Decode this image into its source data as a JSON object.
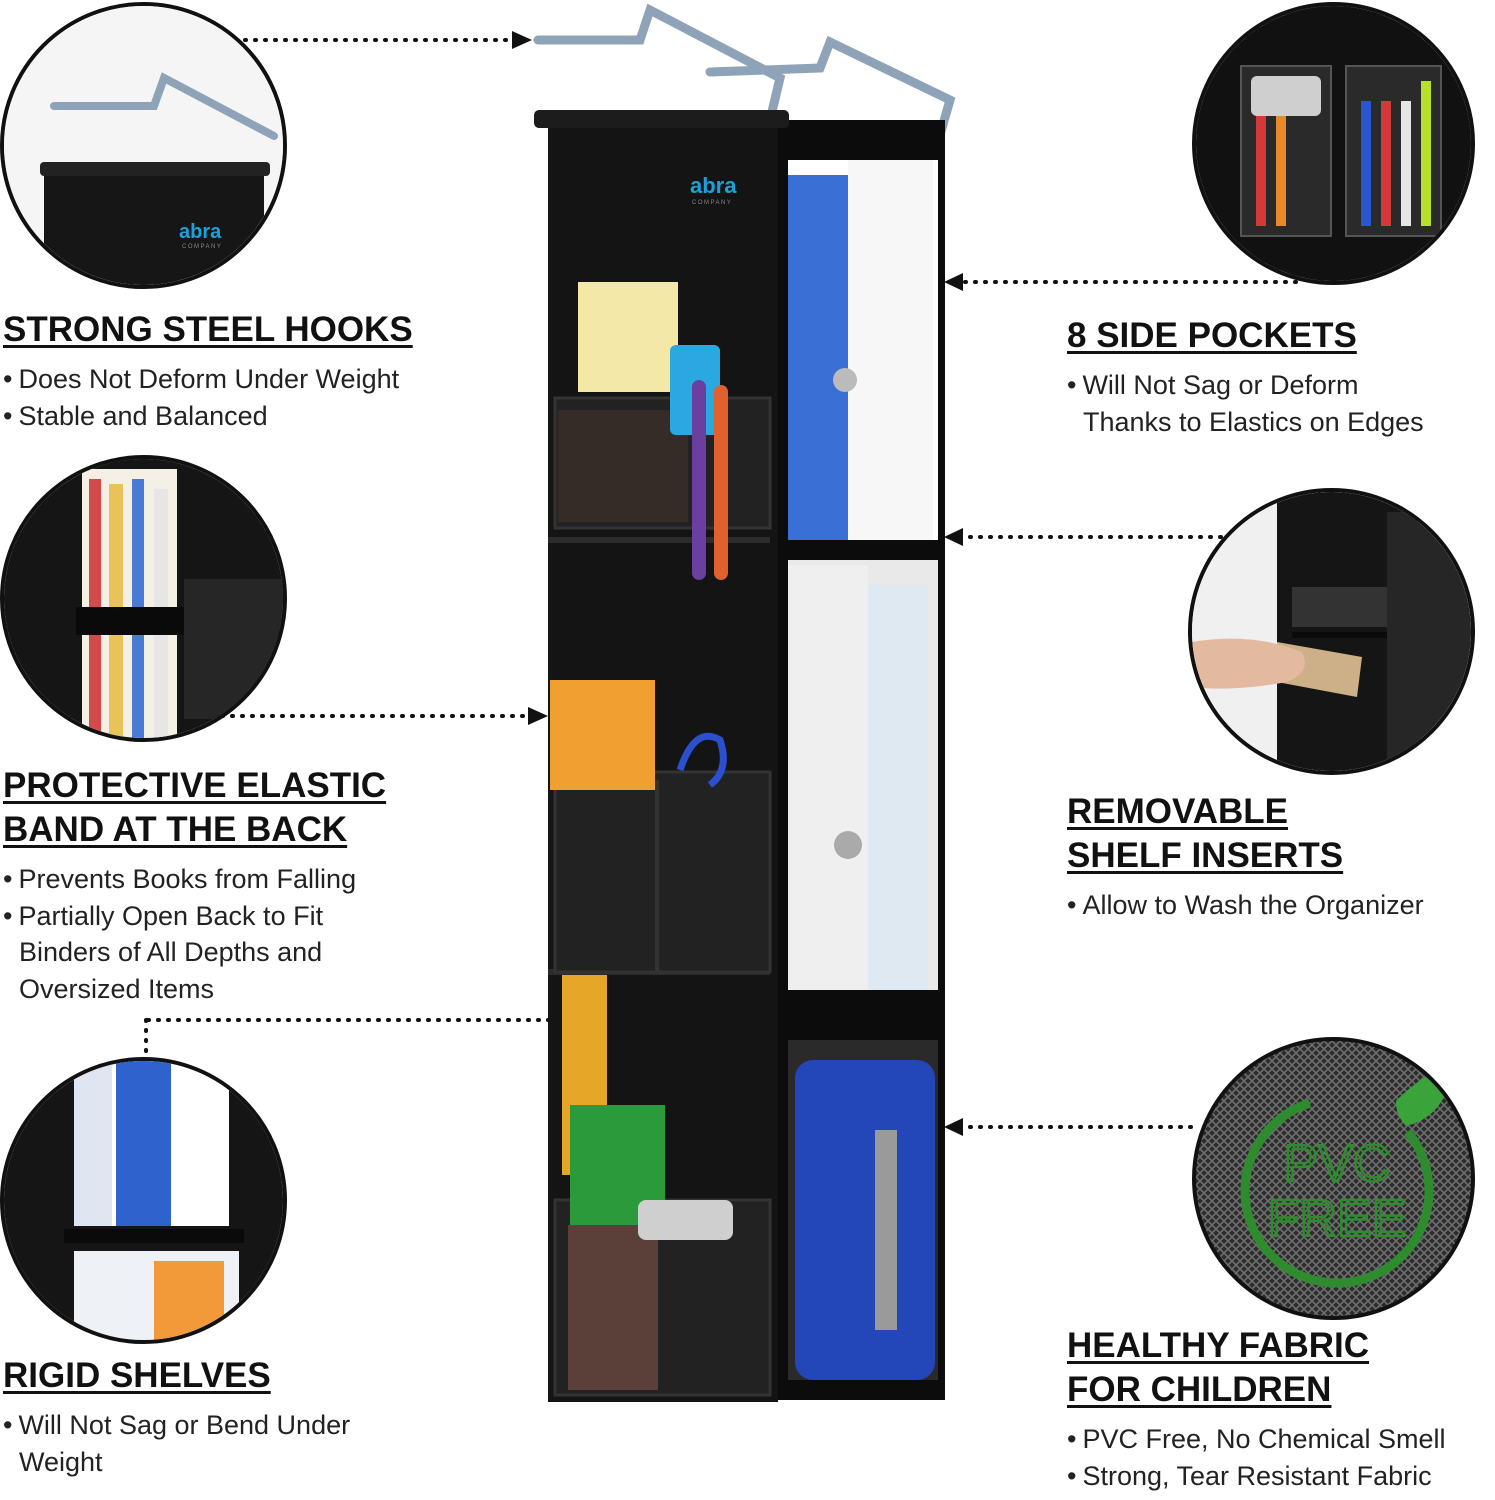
{
  "brand": {
    "logo_text": "abra",
    "logo_subtext": "COMPANY"
  },
  "features": {
    "hooks": {
      "title": "STRONG STEEL HOOKS",
      "lines": [
        "Does Not Deform Under Weight",
        "Stable and Balanced"
      ]
    },
    "elastic": {
      "title_line1": "PROTECTIVE ELASTIC",
      "title_line2": "BAND AT THE BACK",
      "lines": [
        "Prevents Books from Falling",
        "Partially Open Back to Fit",
        "Binders of All Depths and",
        "Oversized Items"
      ]
    },
    "shelves": {
      "title": "RIGID SHELVES",
      "lines": [
        "Will Not Sag or Bend Under",
        "Weight"
      ]
    },
    "pockets": {
      "title": "8 SIDE POCKETS",
      "lines": [
        "Will Not Sag or Deform",
        "Thanks to Elastics on Edges"
      ]
    },
    "inserts": {
      "title_line1": "REMOVABLE",
      "title_line2": "SHELF INSERTS",
      "lines": [
        "Allow to Wash the Organizer"
      ]
    },
    "fabric": {
      "title_line1": "HEALTHY FABRIC",
      "title_line2": "FOR CHILDREN",
      "lines": [
        "PVC Free, No Chemical Smell",
        "Strong, Tear Resistant Fabric"
      ]
    }
  },
  "badge": {
    "line1": "PVC",
    "line2": "FREE"
  },
  "colors": {
    "fabric": "#141414",
    "accent_blue": "#1aa3d9",
    "badge_green": "#2e8b2e",
    "hook_metal": "#8ea3b8"
  },
  "icons": [
    "hanger-hook-icon",
    "leaf-icon",
    "recycle-ring-icon"
  ]
}
